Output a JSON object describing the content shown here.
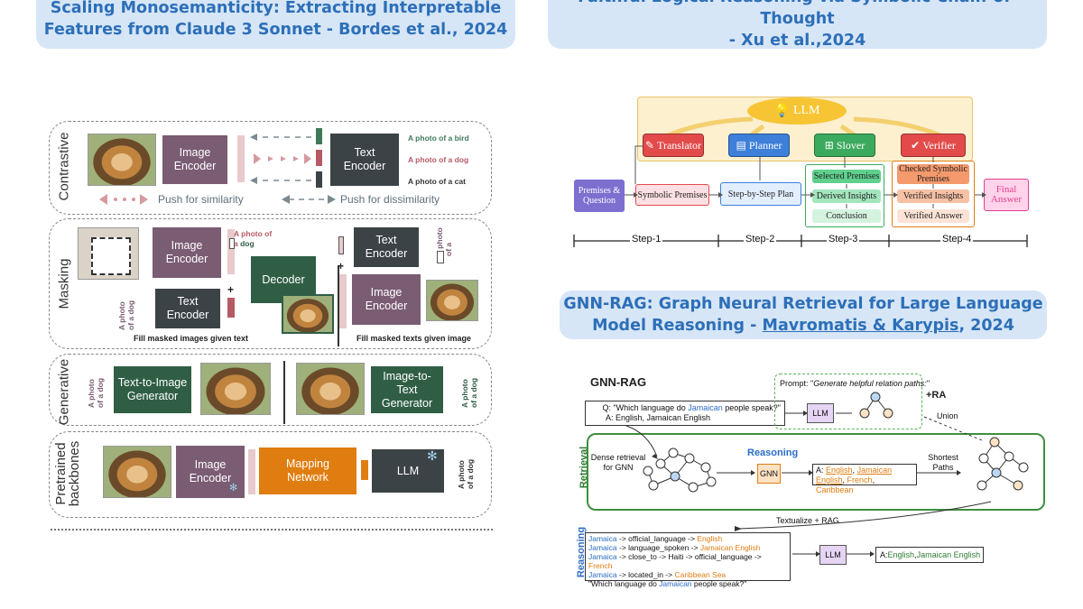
{
  "left_title": {
    "line1": "Scaling Monosemanticity: Extracting Interpretable",
    "line2": "Features from Claude 3 Sonnet - Bordes et al., 2024"
  },
  "right_top_title": {
    "line1": "Faithful Logical Reasoning via Symbolic Chain-of-Thought",
    "line2": "- Xu et al.,2024"
  },
  "right_bottom_title": {
    "line1": "GNN-RAG: Graph Neural Retrieval for Large Language",
    "line2a": "Model Reasoning - ",
    "line2b": "Mavromatis & Karypis",
    "line2c": ", 2024"
  },
  "vlm": {
    "rows": [
      "Contrastive",
      "Masking",
      "Generative",
      "Pretrained backbones"
    ],
    "image_encoder": "Image Encoder",
    "text_encoder": "Text Encoder",
    "decoder": "Decoder",
    "t2i": "Text-to-Image Generator",
    "i2t": "Image-to-Text Generator",
    "mapping": "Mapping Network",
    "llm": "LLM",
    "captions": [
      "A photo of a bird",
      "A photo of a dog",
      "A photo of a cat"
    ],
    "push_sim": "Push for similarity",
    "push_dis": "Push for dissimilarity",
    "photo_of_a": "A photo of a",
    "dog": "dog",
    "a_photo_of_a_dog": "A photo\nof a dog",
    "a_photo_of_a": "A photo\nof a",
    "fill_images": "Fill masked images given text",
    "fill_texts": "Fill masked texts given image",
    "plus": "+"
  },
  "symcot": {
    "llm": "LLM",
    "agents": [
      "Translator",
      "Planner",
      "Slover",
      "Verifier"
    ],
    "premises": "Premises & Question",
    "symbolic_premises": "Symbolic Premises",
    "plan": "Step-by-Step Plan",
    "slover_outputs": [
      "Selected Premises",
      "Derived Insights",
      "Conclusion"
    ],
    "verifier_outputs": [
      "Checked Symbolic Premises",
      "Verified Insights",
      "Verified Answer"
    ],
    "final": "Final Answer",
    "steps": [
      "Step-1",
      "Step-2",
      "Step-3",
      "Step-4"
    ]
  },
  "gnnrag": {
    "heading": "GNN-RAG",
    "q_prefix": "Q: \"Which language do ",
    "q_blue": "Jamaican",
    "q_suffix": " people speak?\"",
    "q_answer": "A: English, Jamaican English",
    "prompt_prefix": "Prompt: \"",
    "prompt_italic": "Generate helpful relation paths:",
    "prompt_suffix": "\"",
    "llm": "LLM",
    "ra": "+RA",
    "union": "Union",
    "retrieval": "Retrieval",
    "reasoning_label": "Reasoning",
    "reasoning_center": "Reasoning",
    "dense": "Dense retrieval for GNN",
    "gnn": "GNN",
    "answer_prefix": "A: ",
    "answer_items": [
      "English",
      "Jamaican English",
      "French",
      "Caribbean"
    ],
    "shortest": "Shortest Paths",
    "textualize": "Textualize + RAG",
    "paths": [
      {
        "a": "Jamaica",
        "rel": " -> official_language -> ",
        "b": "English"
      },
      {
        "a": "Jamaica",
        "rel": " -> language_spoken -> ",
        "b": "Jamaican English"
      },
      {
        "a": "Jamaica",
        "rel": " -> close_to -> Haiti -> official_language -> ",
        "b": "French"
      },
      {
        "a": "Jamaica",
        "rel": " -> located_in -> ",
        "b": "Caribbean Sea"
      }
    ],
    "final_q_prefix": "\"Which language do ",
    "final_q_blue": "Jamaican",
    "final_q_suffix": " people speak?\"",
    "final_answer_prefix": "A: ",
    "final_answer_blue1": "English",
    "final_answer_sep": ", ",
    "final_answer_blue2": "Jamaican English"
  },
  "colors": {
    "banner_bg": "#d6e6f7",
    "banner_text": "#2d6fb8",
    "purple": "#7a5c73",
    "dark": "#3c4347",
    "green": "#2f5e45",
    "orange": "#e07d10"
  }
}
